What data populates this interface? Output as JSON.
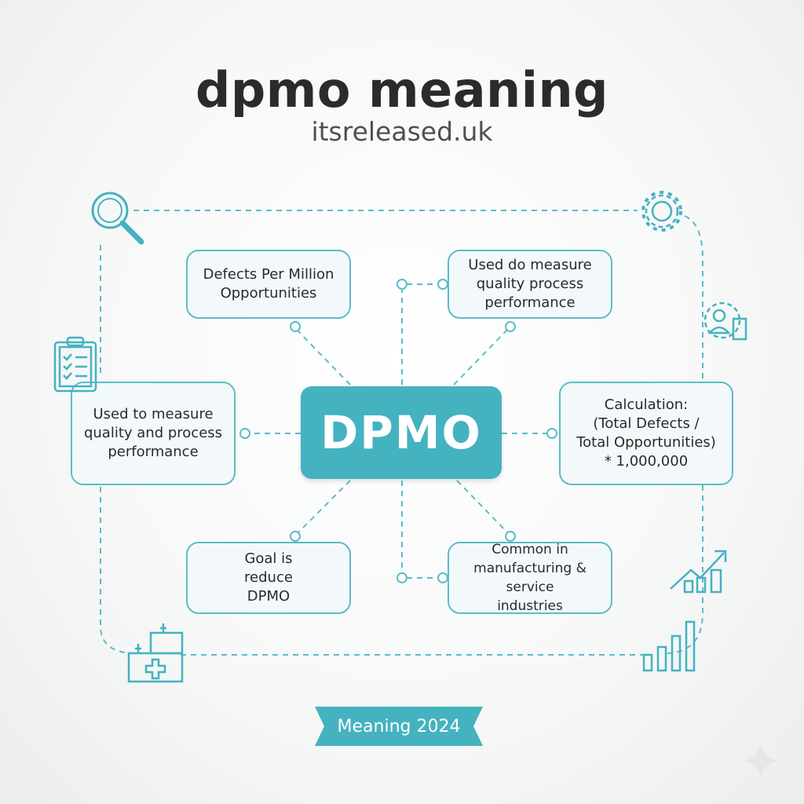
{
  "header": {
    "title": "dpmo meaning",
    "subtitle": "itsreleased.uk"
  },
  "diagram": {
    "center": "DPMO",
    "nodes": {
      "definition": "Defects Per Million\nOpportunities",
      "purpose_top": "Used do measure\nquality process\nperformance",
      "purpose_left": "Used to measure\nquality and process\nperformance",
      "calculation": "Calculation:\n(Total Defects /\nTotal Opportunities)\n* 1,000,000",
      "goal": "Goal is\nreduce\nDPMO",
      "industries": "Common in\nmanufacturing & service\nindustries"
    }
  },
  "footer": {
    "ribbon": "Meaning 2024"
  },
  "colors": {
    "accent": "#45b2c0",
    "line": "#5cbcc8",
    "title": "#2b2b2b"
  },
  "icons": [
    "magnifier-icon",
    "gear-icon",
    "gear-person-icon",
    "clipboard-icon",
    "trend-chart-icon",
    "bar-chart-icon",
    "medical-kit-icon",
    "sparkle-icon"
  ]
}
